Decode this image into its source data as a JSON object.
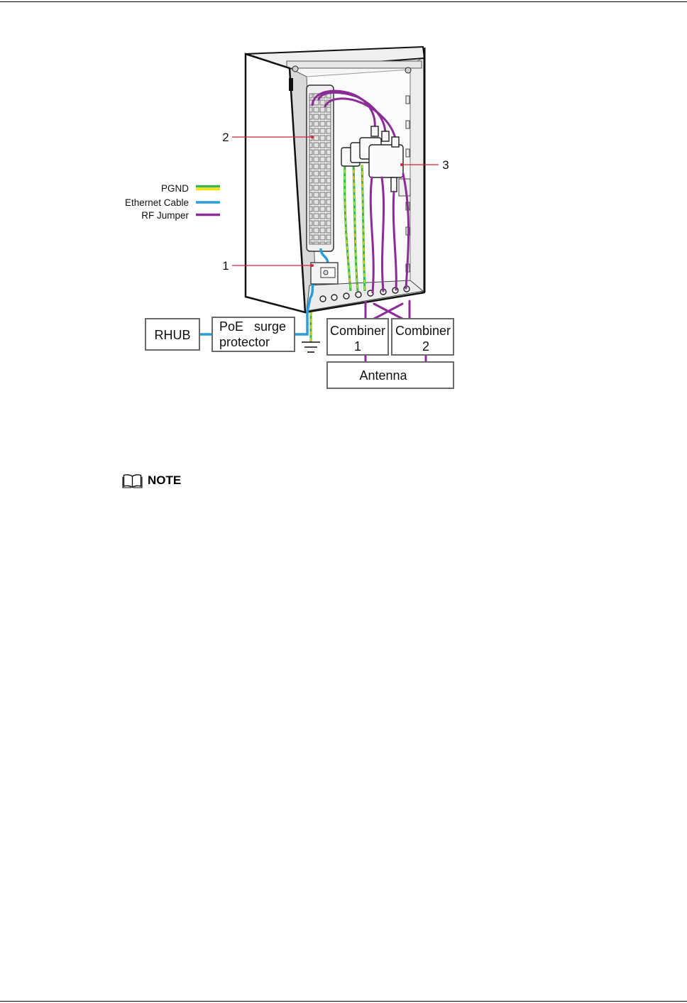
{
  "colors": {
    "pgnd_green": "#41b34a",
    "pgnd_yellow": "#f2e400",
    "ethernet": "#2a9ddb",
    "rf_jumper": "#8b2c97",
    "callout": "#d4243a"
  },
  "figure": {
    "callouts": [
      "1",
      "2",
      "3"
    ],
    "legend": [
      {
        "label": "PGND"
      },
      {
        "label": "Ethernet Cable"
      },
      {
        "label": "RF Jumper"
      }
    ],
    "boxes": {
      "rhub": "RHUB",
      "poe_surge_protector": [
        "PoE surge",
        "protector"
      ],
      "combiner_1": [
        "Combiner",
        "1"
      ],
      "combiner_2": [
        "Combiner",
        "2"
      ],
      "antenna": "Antenna"
    }
  },
  "note": {
    "icon": "book-icon",
    "heading": "NOTE"
  }
}
